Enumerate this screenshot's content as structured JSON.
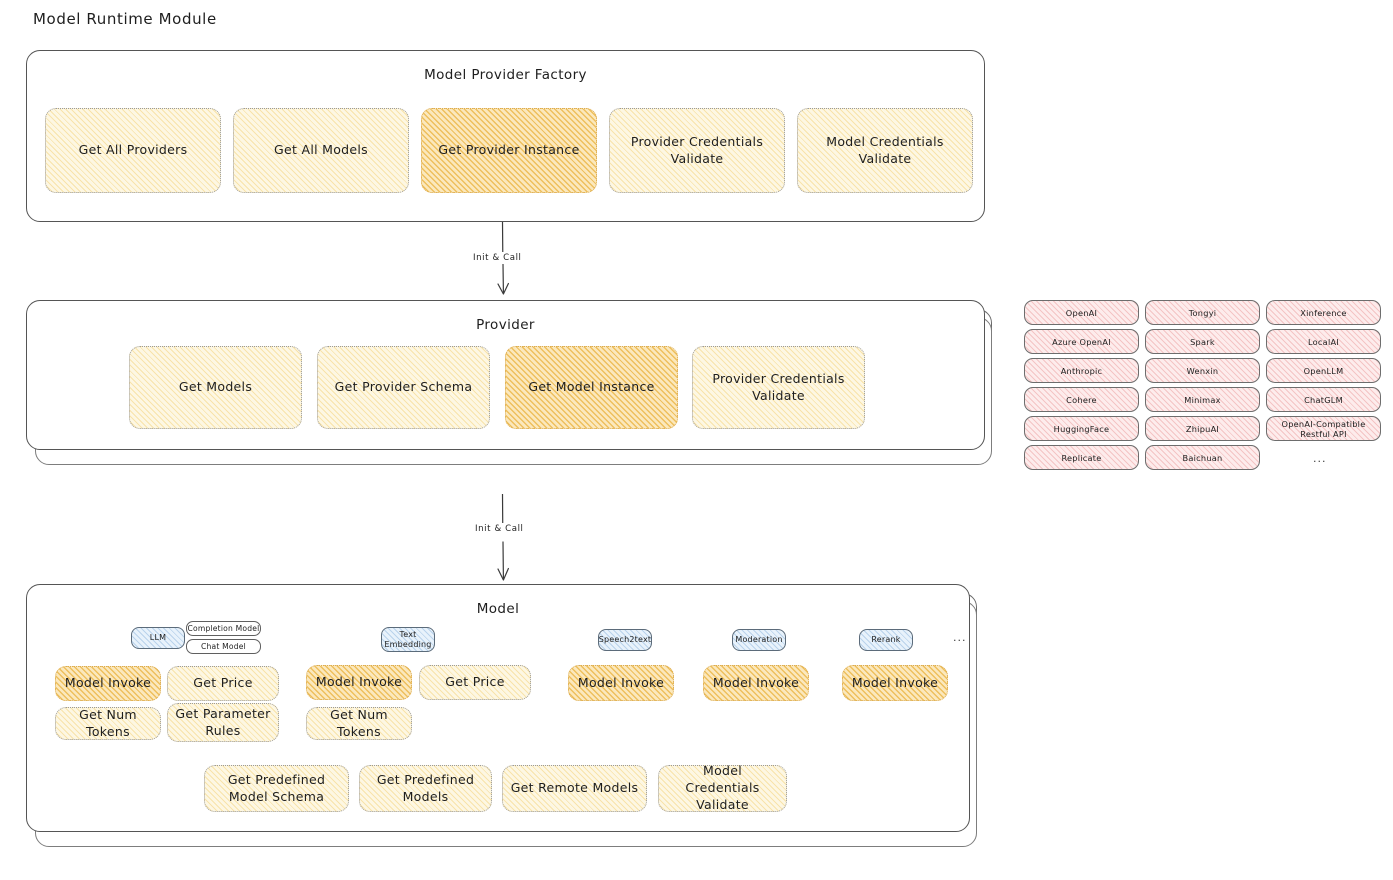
{
  "page": {
    "title": "Model Runtime Module"
  },
  "factory": {
    "title": "Model Provider Factory",
    "items": [
      {
        "label": "Get All Providers",
        "style": "light"
      },
      {
        "label": "Get All Models",
        "style": "light"
      },
      {
        "label": "Get Provider Instance",
        "style": "dark"
      },
      {
        "label": "Provider Credentials Validate",
        "style": "light"
      },
      {
        "label": "Model Credentials Validate",
        "style": "light"
      }
    ]
  },
  "arrows": [
    {
      "label": "Init & Call"
    },
    {
      "label": "Init & Call"
    }
  ],
  "provider": {
    "title": "Provider",
    "items": [
      {
        "label": "Get Models",
        "style": "light"
      },
      {
        "label": "Get Provider Schema",
        "style": "light"
      },
      {
        "label": "Get Model Instance",
        "style": "dark"
      },
      {
        "label": "Provider Credentials Validate",
        "style": "light"
      }
    ]
  },
  "provider_list": {
    "columns": [
      [
        "OpenAI",
        "Azure OpenAI",
        "Anthropic",
        "Cohere",
        "HuggingFace",
        "Replicate"
      ],
      [
        "Tongyi",
        "Spark",
        "Wenxin",
        "Minimax",
        "ZhipuAI",
        "Baichuan"
      ],
      [
        "Xinference",
        "LocalAI",
        "OpenLLM",
        "ChatGLM",
        "OpenAI-Compatible Restful API"
      ]
    ],
    "more": "..."
  },
  "model": {
    "title": "Model",
    "more": "...",
    "types": [
      {
        "name": "LLM",
        "subtypes": [
          "Completion Model",
          "Chat Model"
        ],
        "ops_row1": [
          {
            "label": "Model Invoke",
            "style": "dark"
          },
          {
            "label": "Get Price",
            "style": "light"
          }
        ],
        "ops_row2": [
          {
            "label": "Get Num Tokens",
            "style": "light"
          },
          {
            "label": "Get Parameter Rules",
            "style": "light"
          }
        ]
      },
      {
        "name": "Text Embedding",
        "subtypes": [],
        "ops_row1": [
          {
            "label": "Model Invoke",
            "style": "dark"
          },
          {
            "label": "Get Price",
            "style": "light"
          }
        ],
        "ops_row2": [
          {
            "label": "Get Num Tokens",
            "style": "light"
          }
        ]
      },
      {
        "name": "Speech2text",
        "subtypes": [],
        "ops_row1": [
          {
            "label": "Model Invoke",
            "style": "dark"
          }
        ],
        "ops_row2": []
      },
      {
        "name": "Moderation",
        "subtypes": [],
        "ops_row1": [
          {
            "label": "Model Invoke",
            "style": "dark"
          }
        ],
        "ops_row2": []
      },
      {
        "name": "Rerank",
        "subtypes": [],
        "ops_row1": [
          {
            "label": "Model Invoke",
            "style": "dark"
          }
        ],
        "ops_row2": []
      }
    ],
    "common_ops": [
      {
        "label": "Get Predefined Model Schema",
        "style": "light"
      },
      {
        "label": "Get Predefined Models",
        "style": "light"
      },
      {
        "label": "Get Remote Models",
        "style": "light"
      },
      {
        "label": "Model Credentials Validate",
        "style": "light"
      }
    ]
  },
  "colors": {
    "highlight": "#f0c060",
    "soft_yellow": "#fdf7e3",
    "provider_pink": "#fdecec",
    "type_blue": "#e8f2fb",
    "stroke": "#555555"
  }
}
